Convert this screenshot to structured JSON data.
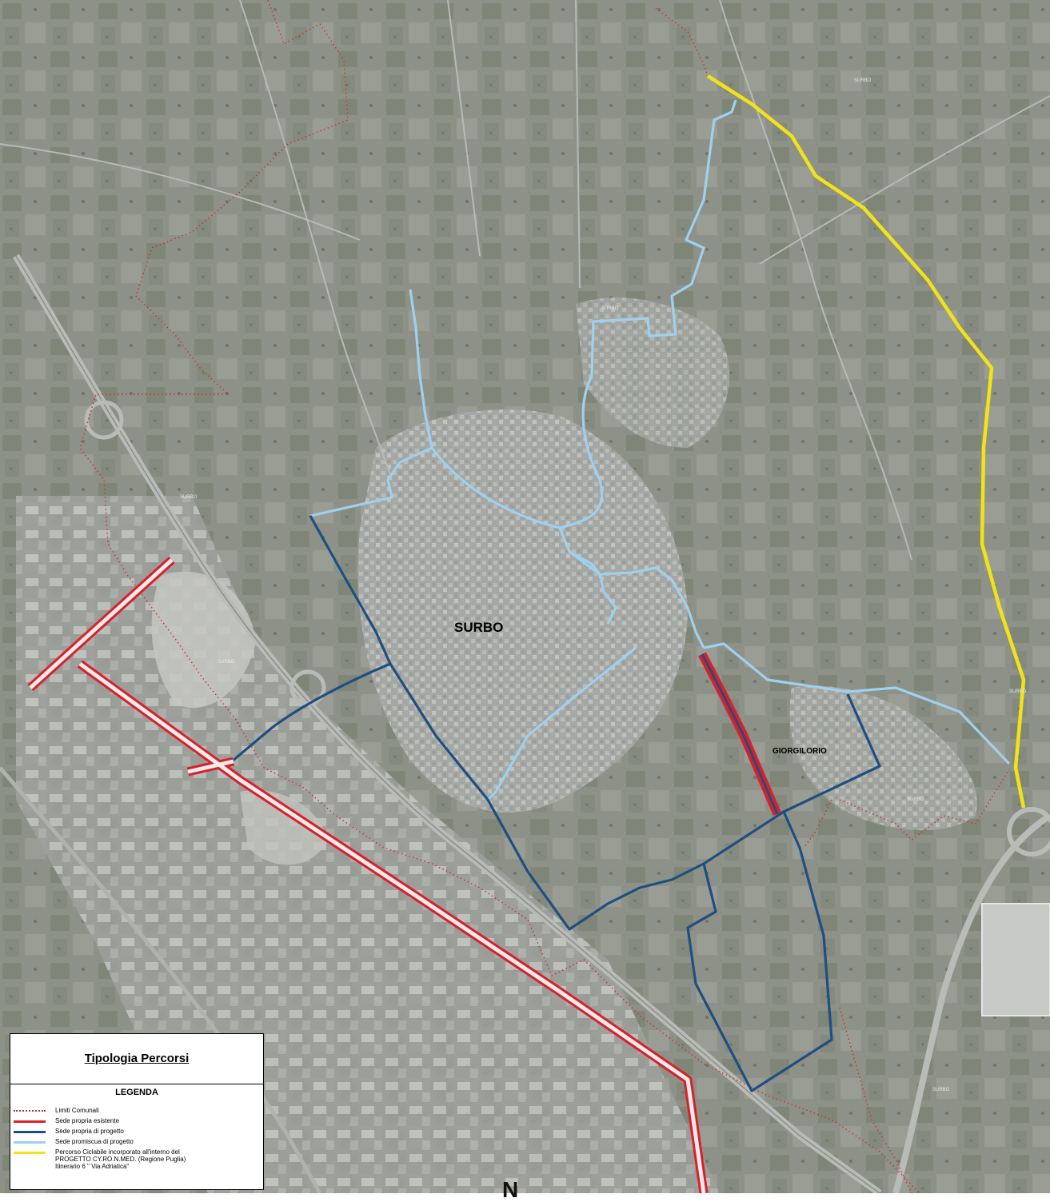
{
  "map": {
    "places": {
      "surbo": "SURBO",
      "giorgilorio": "GIORGILORIO"
    },
    "road_signs": [
      "SURBO",
      "SURBO",
      "SURBO",
      "SURBO",
      "SURBO",
      "SURBO",
      "SURBO"
    ],
    "north_arrow": "N",
    "colors": {
      "existing_path": "#d9202a",
      "planned_own_path": "#1f4e82",
      "planned_shared_path": "#9fd0ef",
      "cyronmed_route": "#f2e318",
      "municipal_limits": "#c0342e",
      "aerial_base": "#8c9087"
    }
  },
  "legend": {
    "title": "Tipologia Percorsi",
    "heading": "LEGENDA",
    "items": [
      {
        "label": "Limiti Comunali",
        "color": "#c0342e",
        "style": "dotted"
      },
      {
        "label": "Sede propria esistente",
        "color": "#d9202a",
        "style": "solid"
      },
      {
        "label": "Sede propria di progetto",
        "color": "#1f4e82",
        "style": "solid"
      },
      {
        "label": "Sede promiscua di progetto",
        "color": "#9fd0ef",
        "style": "solid"
      },
      {
        "label": "Percorso Ciclabile incorporato all'interno del\nPROGETTO CY.RO.N.MED. (Regione Puglia)\nItinerario 6 \" Via Adriatica\"",
        "color": "#f2e318",
        "style": "solid"
      }
    ]
  }
}
